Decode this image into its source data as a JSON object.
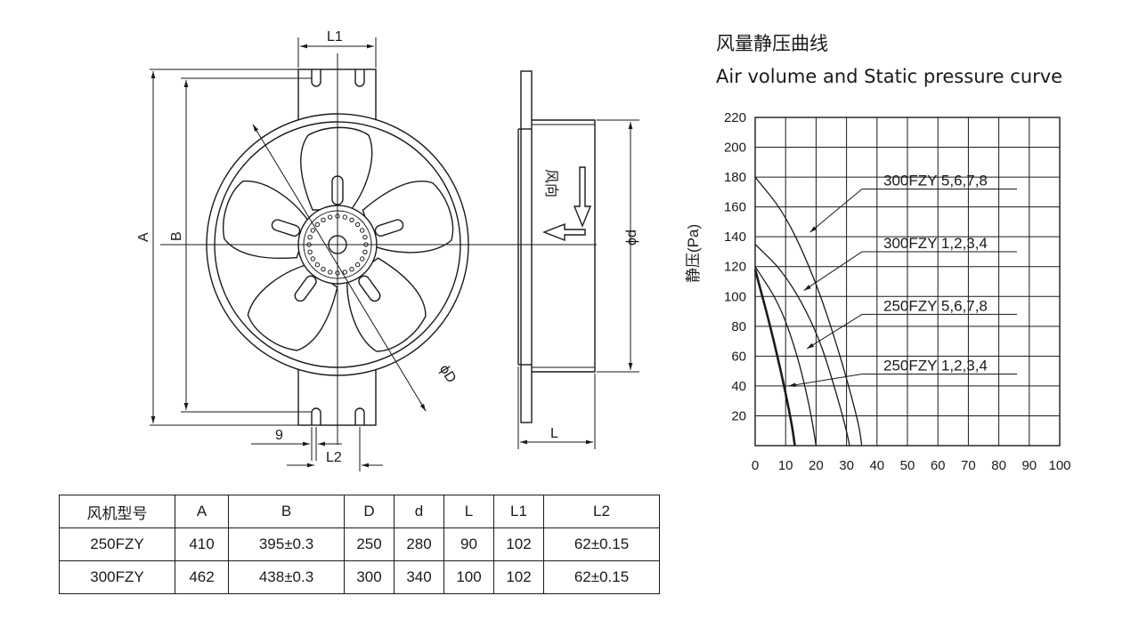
{
  "drawing": {
    "front": {
      "A": "A",
      "B": "B",
      "L1": "L1",
      "L2": "L2",
      "nine": "9",
      "phiD": "ϕD"
    },
    "side": {
      "phid": "ϕd",
      "L": "L",
      "airflow": "风向"
    }
  },
  "chart": {
    "title_cn": "风量静压曲线",
    "title_en": "Air volume and Static pressure curve",
    "ylabel": "静压(Pa)",
    "xlabel": ""
  },
  "chart_data": {
    "type": "line",
    "title": "风量静压曲线 Air volume and Static pressure curve",
    "ylabel": "静压(Pa)",
    "xlabel": "",
    "xlim": [
      0,
      100
    ],
    "ylim": [
      0,
      220
    ],
    "x_ticks": [
      0,
      10,
      20,
      30,
      40,
      50,
      60,
      70,
      80,
      90,
      100
    ],
    "y_ticks": [
      20,
      40,
      60,
      80,
      100,
      120,
      140,
      160,
      180,
      200,
      220
    ],
    "grid": true,
    "series": [
      {
        "name": "300FZY 5,6,7,8",
        "x": [
          0,
          10,
          20,
          28,
          34,
          35
        ],
        "y": [
          180,
          155,
          110,
          60,
          15,
          0
        ]
      },
      {
        "name": "300FZY 1,2,3,4",
        "x": [
          0,
          10,
          20,
          26,
          30,
          31
        ],
        "y": [
          135,
          115,
          78,
          40,
          10,
          0
        ]
      },
      {
        "name": "250FZY 5,6,7,8",
        "x": [
          0,
          8,
          14,
          18,
          20
        ],
        "y": [
          120,
          95,
          60,
          25,
          0
        ]
      },
      {
        "name": "250FZY 1,2,3,4",
        "x": [
          0,
          5,
          9,
          12,
          13
        ],
        "y": [
          118,
          80,
          45,
          15,
          0
        ]
      }
    ]
  },
  "table": {
    "headers": [
      "风机型号",
      "A",
      "B",
      "D",
      "d",
      "L",
      "L1",
      "L2"
    ],
    "rows": [
      [
        "250FZY",
        "410",
        "395±0.3",
        "250",
        "280",
        "90",
        "102",
        "62±0.15"
      ],
      [
        "300FZY",
        "462",
        "438±0.3",
        "300",
        "340",
        "100",
        "102",
        "62±0.15"
      ]
    ]
  }
}
